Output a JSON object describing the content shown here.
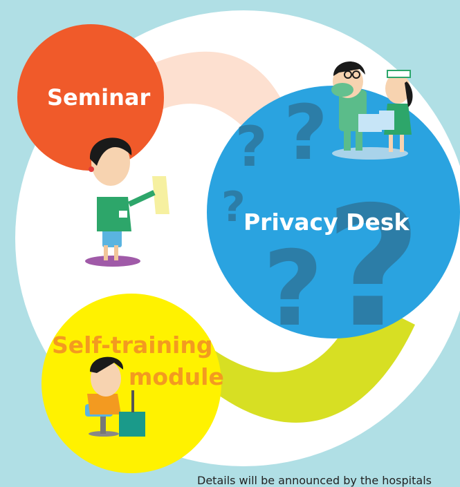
{
  "seminar": {
    "label": "Seminar",
    "color": "#f05a2a"
  },
  "privacy_desk": {
    "label": "Privacy Desk",
    "color": "#2aa3e0",
    "mark_color": "#2e5f7a"
  },
  "self_training": {
    "line1": "Self-training",
    "line2": "module",
    "color": "#fff200",
    "text_color": "#f39a20"
  },
  "footer": {
    "text": "Details will be announced by the hospitals"
  },
  "colors": {
    "background": "#b0dfe5",
    "white_circle": "#ffffff",
    "peach_arc": "#fde0d0",
    "green_arc": "#d7df23"
  },
  "illustrations": [
    "presenter-woman-icon",
    "doctor-icon",
    "nurse-icon",
    "computer-user-icon"
  ]
}
